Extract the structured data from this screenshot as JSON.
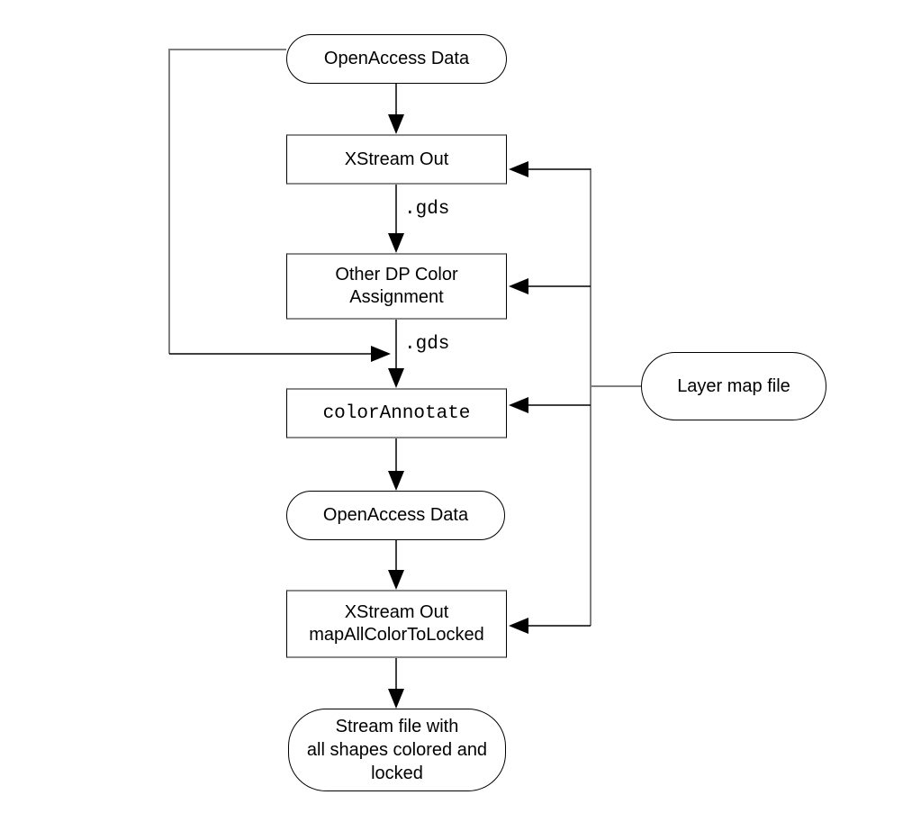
{
  "diagram": {
    "nodes": [
      {
        "id": "openaccess-top",
        "type": "terminator",
        "label": "OpenAccess Data"
      },
      {
        "id": "xstream-out",
        "type": "process",
        "label": "XStream Out"
      },
      {
        "id": "other-dp-color",
        "type": "process",
        "label": "Other DP Color\nAssignment"
      },
      {
        "id": "color-annotate",
        "type": "process",
        "label": "colorAnnotate"
      },
      {
        "id": "openaccess-mid",
        "type": "terminator",
        "label": "OpenAccess Data"
      },
      {
        "id": "xstream-out-locked",
        "type": "process",
        "label": "XStream Out\nmapAllColorToLocked"
      },
      {
        "id": "stream-file",
        "type": "terminator",
        "label": "Stream file with\nall shapes colored and\nlocked"
      },
      {
        "id": "layer-map-file",
        "type": "terminator",
        "label": "Layer map file"
      }
    ],
    "edge_labels": [
      {
        "id": "gds-1",
        "label": ".gds"
      },
      {
        "id": "gds-2",
        "label": ".gds"
      }
    ],
    "colors": {
      "background": "#ffffff",
      "text": "#000000",
      "node_border": "#000000",
      "rect_horizontal_border": "#8a8a8a",
      "line_gray": "#808080",
      "line_black": "#000000"
    }
  }
}
